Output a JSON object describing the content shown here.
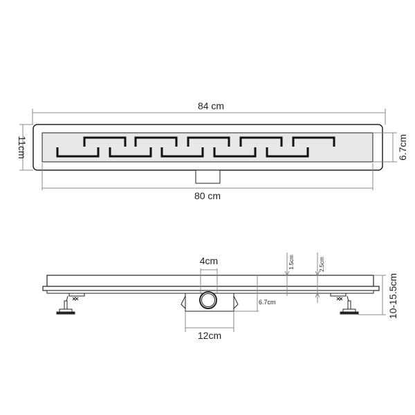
{
  "top_view": {
    "total_length": "84 cm",
    "grate_length": "80 cm",
    "total_width": "11cm",
    "grate_width": "6.7cm"
  },
  "side_view": {
    "outlet_diameter": "4cm",
    "outlet_box_width": "12cm",
    "channel_depth": "6.7cm",
    "grate_height": "1.5cm",
    "frame_height": "2.5cm",
    "adjustable_height": "10-15.5cm"
  },
  "colors": {
    "line": "#222222",
    "grate": "#e8e8e8",
    "dim": "#888888"
  }
}
